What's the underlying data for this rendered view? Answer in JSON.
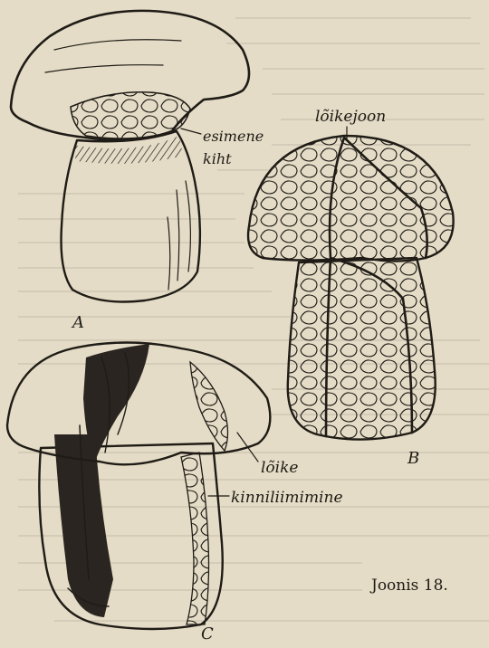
{
  "figure": {
    "labels": {
      "esimene": "esimene",
      "kiht": "kiht",
      "loikejoon": "lõikejoon",
      "loike": "lõike",
      "kinniliimimine": "kinniliimimine",
      "a": "A",
      "b": "B",
      "c": "C"
    },
    "caption": "Joonis 18."
  },
  "colors": {
    "paper": "#e4dcc6",
    "ink": "#1f1b16",
    "shadow": "#2a2520"
  }
}
